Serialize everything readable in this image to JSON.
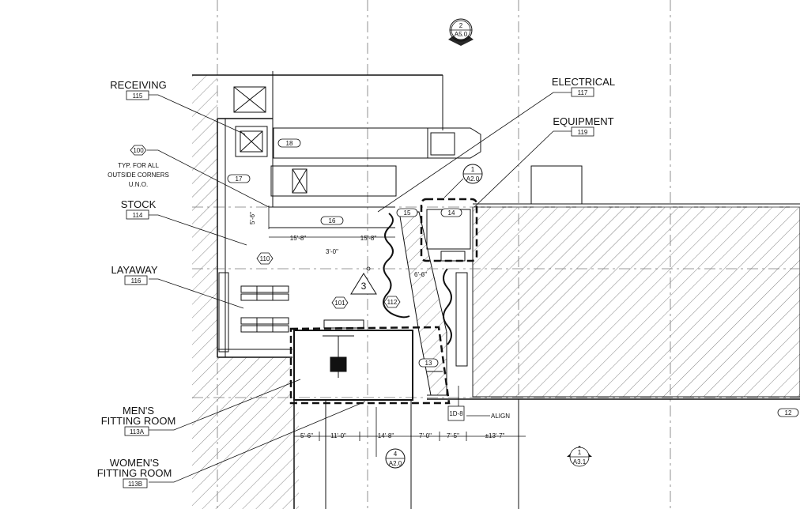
{
  "rooms": {
    "receiving": {
      "name": "RECEIVING",
      "number": "115"
    },
    "electrical": {
      "name": "ELECTRICAL",
      "number": "117"
    },
    "equipment": {
      "name": "EQUIPMENT",
      "number": "119"
    },
    "stock": {
      "name": "STOCK",
      "number": "114"
    },
    "layaway": {
      "name": "LAYAWAY",
      "number": "116"
    },
    "mens_fitting": {
      "line1": "MEN'S",
      "line2": "FITTING ROOM",
      "number": "113A"
    },
    "womens_fitting": {
      "line1": "WOMEN'S",
      "line2": "FITTING ROOM",
      "number": "113B"
    }
  },
  "keynote_100": {
    "tag": "100",
    "note_line1": "TYP. FOR ALL",
    "note_line2": "OUTSIDE CORNERS",
    "note_line3": "U.N.O."
  },
  "hex_tags": [
    "110",
    "101",
    "112"
  ],
  "equipment_tags": [
    "18",
    "17",
    "16",
    "15",
    "14",
    "13",
    "12"
  ],
  "section_markers": [
    {
      "number": "2",
      "sheet": "A5.0"
    },
    {
      "number": "1",
      "sheet": "A3.1"
    }
  ],
  "detail_markers": [
    {
      "number": "1",
      "sheet": "A2.0"
    },
    {
      "number": "4",
      "sheet": "A2.0"
    }
  ],
  "revision": {
    "number": "3"
  },
  "grid_bubble": "1D-8",
  "align_note": "ALIGN",
  "dimensions": {
    "vert_5_6": "5'-6\"",
    "stock_a": "15'-8\"",
    "stock_b": "15'-8\"",
    "stock_c": "3'-0\"",
    "diag": "6'-6\"",
    "bottom": [
      "5'-6\"",
      "11'-0\"",
      "14'-8\"",
      "7'-0\"",
      "7'-5\"",
      "±13'-7\""
    ]
  },
  "colors": {
    "line": "#111111",
    "grid": "#777777",
    "hatch": "#555555"
  }
}
